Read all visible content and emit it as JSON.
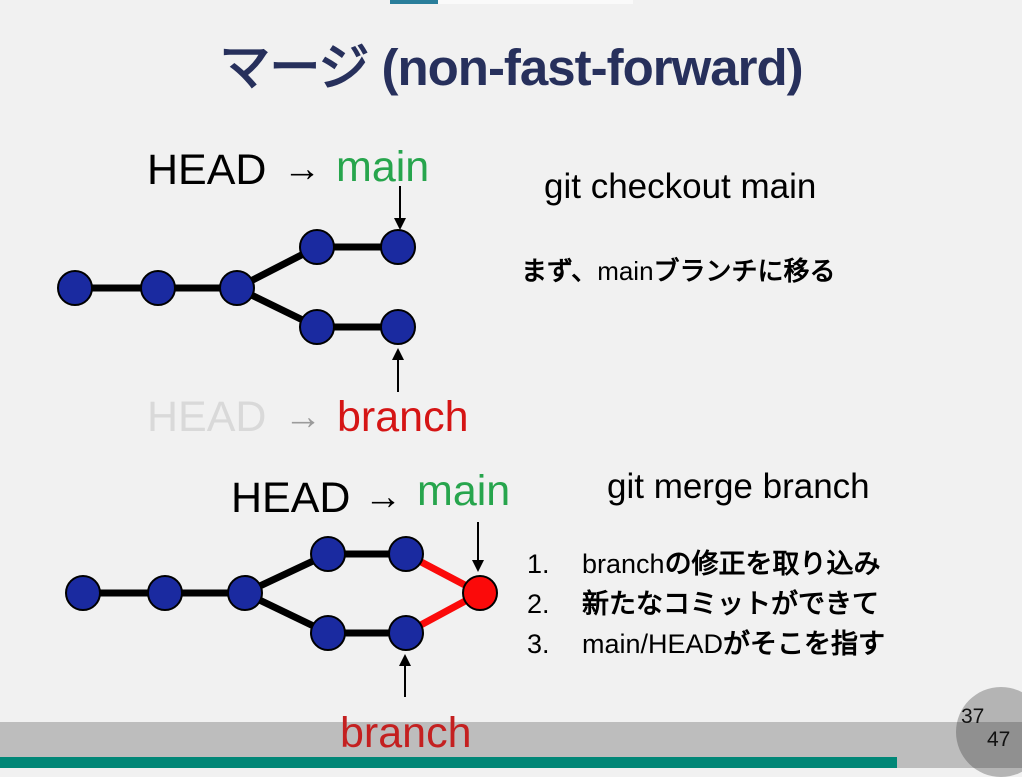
{
  "slide": {
    "title": "マージ (non-fast-forward)",
    "page_current": "37",
    "page_total": "47"
  },
  "colors": {
    "title_navy": "#27305c",
    "commit_blue": "#1a2aa0",
    "merge_commit_red": "#fb0a0a",
    "main_label_green": "#27a54d",
    "branch_label_red": "#d51515",
    "inactive_head_gray": "#d9d9d9",
    "bottom_band_gray": "#bdbdbd",
    "bottom_bar_teal": "#018777",
    "top_strip_teal": "#2a7e9b"
  },
  "diagram_top": {
    "head_label": "HEAD",
    "arrow": "→",
    "main_label": "main",
    "old_head_label": "HEAD",
    "branch_label": "branch"
  },
  "diagram_bottom": {
    "head_label": "HEAD",
    "arrow": "→",
    "main_label": "main",
    "branch_label": "branch"
  },
  "step1": {
    "command": "git checkout main",
    "caption_runs": [
      {
        "t": "まず、",
        "b": true
      },
      {
        "t": "main",
        "b": false
      },
      {
        "t": "ブランチに移る",
        "b": true
      }
    ]
  },
  "step2": {
    "command": "git merge branch",
    "items": [
      {
        "num": "1.",
        "runs": [
          {
            "t": "branch",
            "b": false
          },
          {
            "t": "の修正を取り込み",
            "b": true
          }
        ]
      },
      {
        "num": "2.",
        "runs": [
          {
            "t": "新たなコミットができて",
            "b": true
          }
        ]
      },
      {
        "num": "3.",
        "runs": [
          {
            "t": "main/HEAD",
            "b": false
          },
          {
            "t": "がそこを指す",
            "b": true
          }
        ]
      }
    ]
  }
}
